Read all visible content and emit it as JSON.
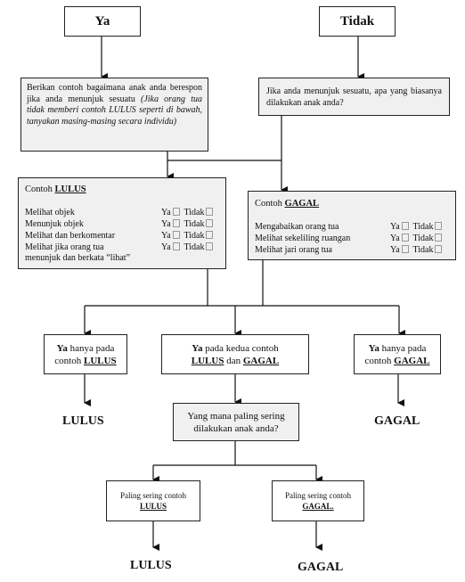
{
  "top": {
    "ya": "Ya",
    "tidak": "Tidak"
  },
  "left_prompt": {
    "line1": "Berikan contoh bagaimana anak anda berespon jika anda menunjuk sesuatu",
    "italic": "(Jika orang tua tidak memberi contoh LULUS seperti di bawah, tanyakan masing-masing secara individu)"
  },
  "right_prompt": "Jika anda menunjuk sesuatu, apa yang biasanya dilakukan anak anda?",
  "lulus_box": {
    "title_prefix": "Contoh ",
    "title_bold": "LULUS",
    "items": [
      {
        "label": "Melihat objek",
        "ya": "Ya",
        "tidak": "Tidak"
      },
      {
        "label": "Menunjuk objek",
        "ya": "Ya",
        "tidak": "Tidak"
      },
      {
        "label": "Melihat dan berkomentar",
        "ya": "Ya",
        "tidak": "Tidak"
      },
      {
        "label": "Melihat jika orang tua",
        "label2": "menunjuk dan berkata “lihat”",
        "ya": "Ya",
        "tidak": "Tidak"
      }
    ]
  },
  "gagal_box": {
    "title_prefix": "Contoh ",
    "title_bold": "GAGAL",
    "items": [
      {
        "label": "Mengabaikan orang tua",
        "ya": "Ya",
        "tidak": "Tidak"
      },
      {
        "label": "Melihat sekeliling ruangan",
        "ya": "Ya",
        "tidak": "Tidak"
      },
      {
        "label": "Melihat jari orang tua",
        "ya": "Ya",
        "tidak": "Tidak"
      }
    ]
  },
  "branch": {
    "left": {
      "ya": "Ya",
      "rest": " hanya pada contoh ",
      "bold": "LULUS"
    },
    "mid": {
      "ya": "Ya",
      "rest1": " pada kedua contoh",
      "b1": "LULUS",
      "dan": " dan ",
      "b2": "GAGAL"
    },
    "right": {
      "ya": "Ya",
      "rest": " hanya pada contoh ",
      "bold": "GAGAL"
    }
  },
  "question": "Yang mana paling sering dilakukan anak anda?",
  "sub": {
    "left": {
      "text": "Paling sering contoh ",
      "bold": "LULUS"
    },
    "right": {
      "text": "Paling sering contoh ",
      "bold": "GAGAL."
    }
  },
  "outcomes": {
    "lulus1": "LULUS",
    "gagal1": "GAGAL",
    "lulus2": "LULUS",
    "gagal2": "GAGAL"
  }
}
